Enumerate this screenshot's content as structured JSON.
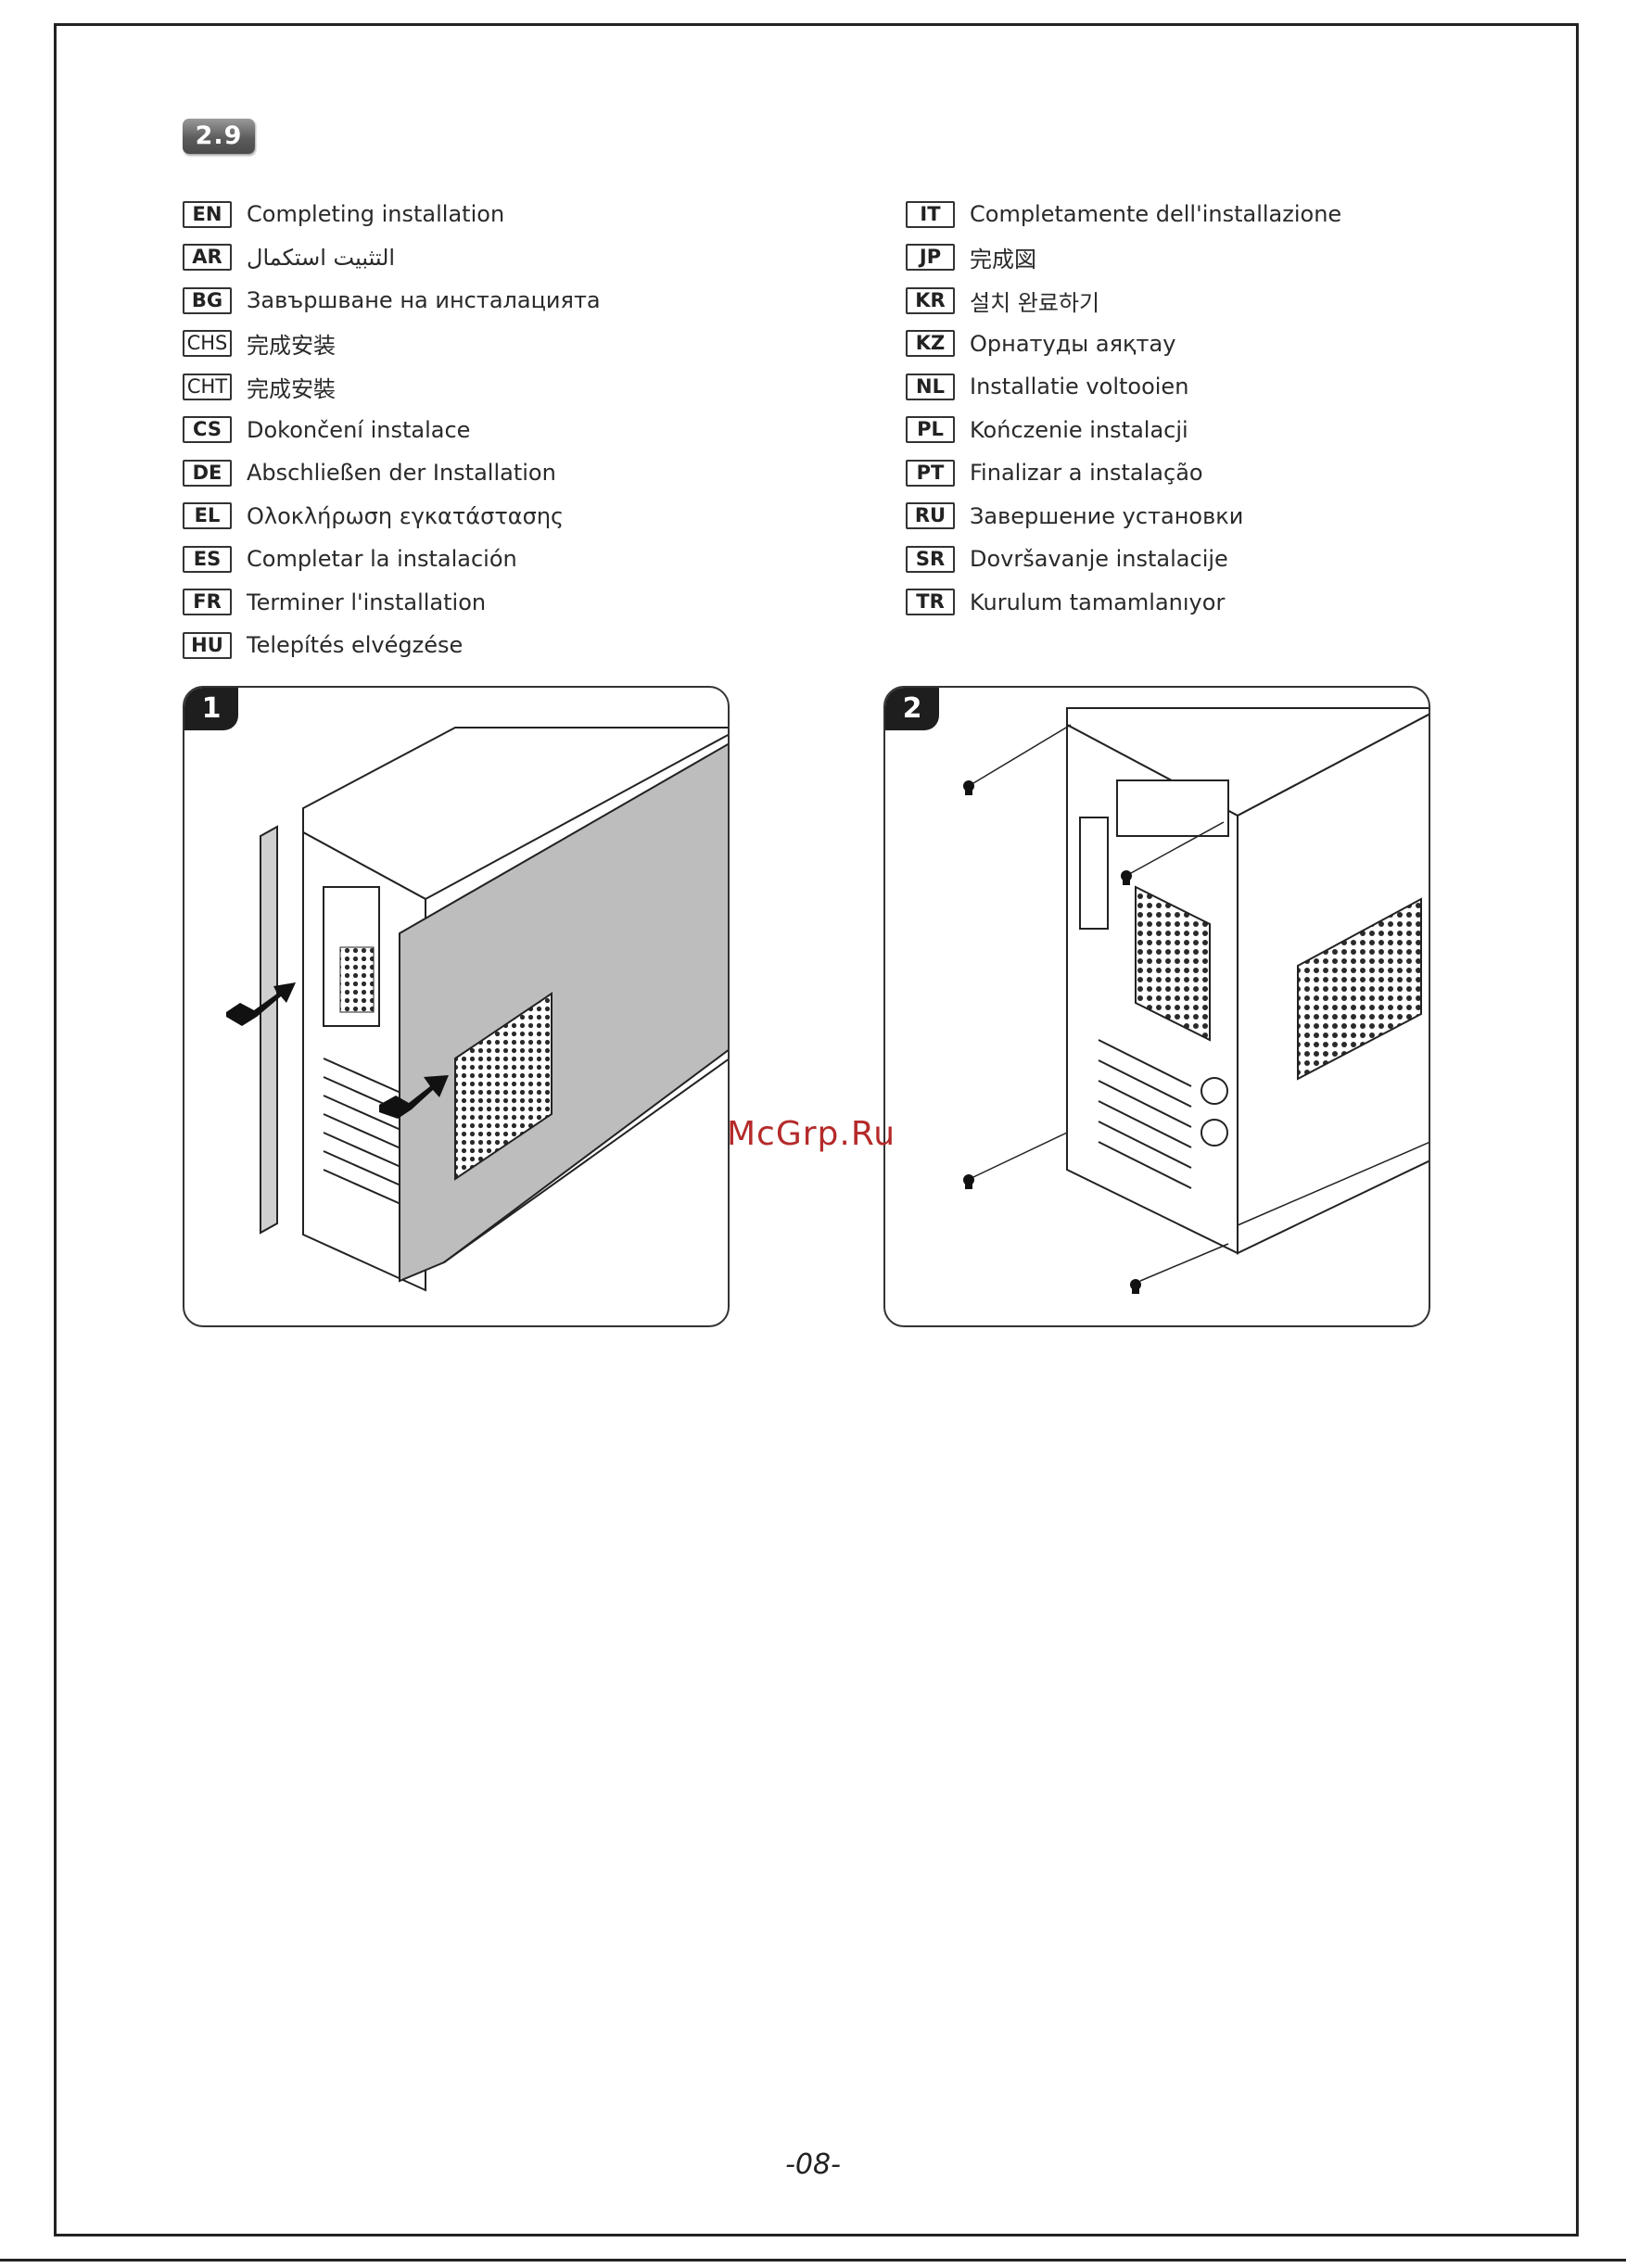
{
  "section": "2.9",
  "languages_left": [
    {
      "code": "EN",
      "text": "Completing installation"
    },
    {
      "code": "AR",
      "text": "التثبيت استكمال"
    },
    {
      "code": "BG",
      "text": "Завършване на инсталацията"
    },
    {
      "code": "CHS",
      "text": "完成安装"
    },
    {
      "code": "CHT",
      "text": "完成安裝"
    },
    {
      "code": "CS",
      "text": "Dokončení instalace"
    },
    {
      "code": "DE",
      "text": "Abschließen der Installation"
    },
    {
      "code": "EL",
      "text": "Ολοκλήρωση εγκατάστασης"
    },
    {
      "code": "ES",
      "text": "Completar la instalación"
    },
    {
      "code": "FR",
      "text": "Terminer l'installation"
    },
    {
      "code": "HU",
      "text": "Telepítés elvégzése"
    }
  ],
  "languages_right": [
    {
      "code": "IT",
      "text": "Completamente dell'installazione"
    },
    {
      "code": "JP",
      "text": "完成図"
    },
    {
      "code": "KR",
      "text": "설치 완료하기"
    },
    {
      "code": "KZ",
      "text": "Орнатуды аяқтау"
    },
    {
      "code": "NL",
      "text": "Installatie voltooien"
    },
    {
      "code": "PL",
      "text": "Kończenie instalacji"
    },
    {
      "code": "PT",
      "text": "Finalizar a instalação"
    },
    {
      "code": "RU",
      "text": "Завершение установки"
    },
    {
      "code": "SR",
      "text": "Dovršavanje instalacije"
    },
    {
      "code": "TR",
      "text": "Kurulum tamamlanıyor"
    }
  ],
  "steps": [
    {
      "number": "1"
    },
    {
      "number": "2"
    }
  ],
  "watermark": "McGrp.Ru",
  "page_number": "-08-"
}
